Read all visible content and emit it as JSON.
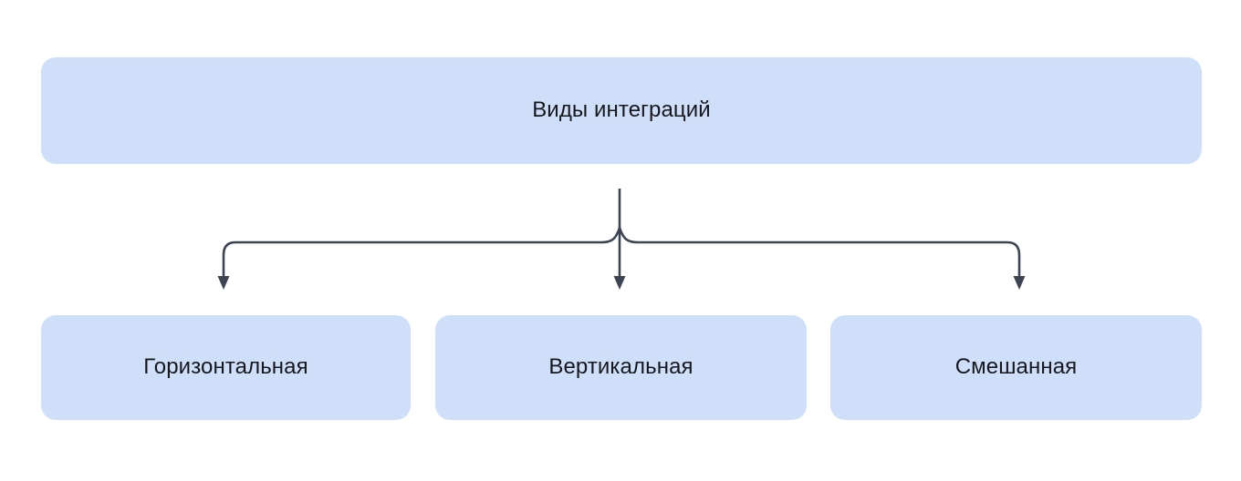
{
  "diagram": {
    "type": "tree-hierarchy",
    "language": "ru",
    "orientation": "top-down",
    "background_color": "#ffffff",
    "node_fill_color": "#cfdff9",
    "node_text_color": "#16181d",
    "connector_color": "#3d4453",
    "root": {
      "label": "Виды интеграций"
    },
    "children": [
      {
        "label": "Горизонтальная"
      },
      {
        "label": "Вертикальная"
      },
      {
        "label": "Смешанная"
      }
    ]
  }
}
